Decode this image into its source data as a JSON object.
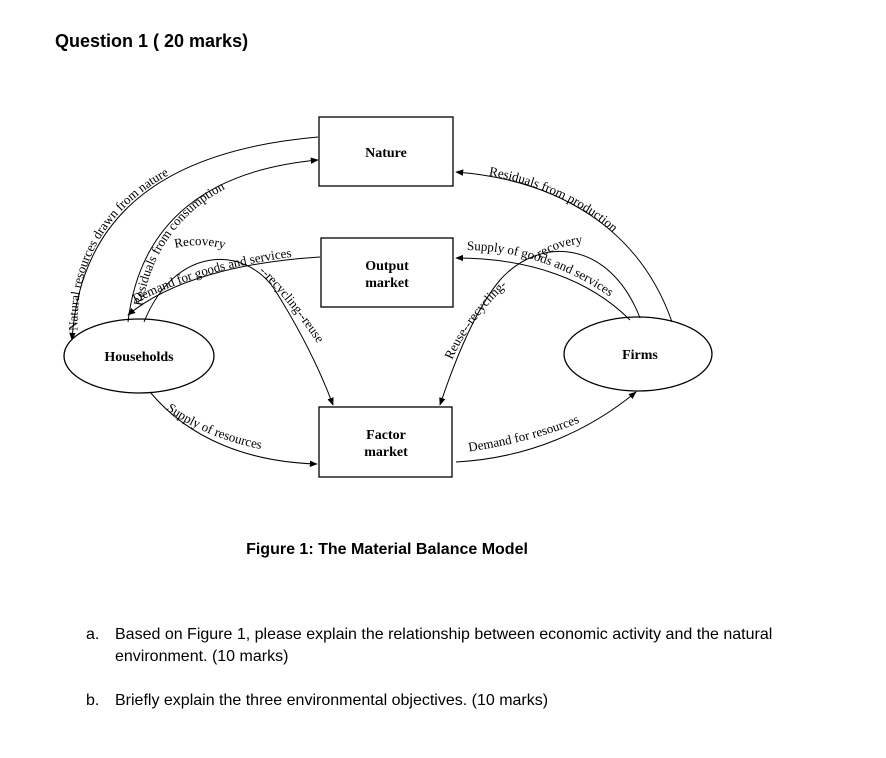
{
  "question_title": "Question 1 ( 20 marks)",
  "figure": {
    "nodes": {
      "nature": "Nature",
      "output_market": [
        "Output",
        "market"
      ],
      "households": "Households",
      "firms": "Firms",
      "factor_market": [
        "Factor",
        "market"
      ]
    },
    "flows": {
      "natural_resources": "Natural resources drawn from nature",
      "residuals_consumption": "Residuals from consumption",
      "residuals_production": "Residuals from production",
      "recovery_left": "Recovery",
      "demand_goods": "Demand for goods and services",
      "recycling_reuse_left": "--recycling--reuse",
      "supply_goods": "Supply of goods and services",
      "recovery_right": "recovery",
      "reuse_recycling_right": "Reuse--recycling-",
      "supply_resources": "Supply of resources",
      "demand_resources": "Demand for resources"
    }
  },
  "caption": "Figure 1: The Material Balance Model",
  "questions": [
    {
      "letter": "a.",
      "text": "Based on Figure 1, please explain the relationship between economic activity and the natural environment. (10 marks)"
    },
    {
      "letter": "b.",
      "text": "Briefly explain the three environmental objectives. (10 marks)"
    }
  ]
}
